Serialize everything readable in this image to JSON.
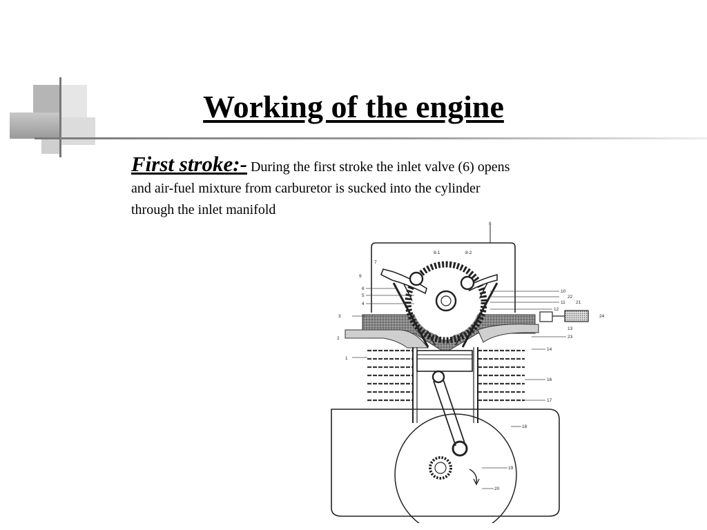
{
  "slide": {
    "title": "Working of the engine",
    "heading": "First stroke:-",
    "body_line1": "During the first stroke the inlet valve (6) opens",
    "body_line2": "and  air-fuel  mixture from carburetor is sucked  into the cylinder",
    "body_line3": "through the inlet manifold"
  },
  "diagram": {
    "part_labels": [
      "8",
      "8-1",
      "8-2",
      "7",
      "9",
      "6",
      "5",
      "4",
      "3",
      "2",
      "1",
      "10",
      "22",
      "11",
      "21",
      "12",
      "24",
      "13",
      "23",
      "14",
      "16",
      "17",
      "18",
      "19",
      "20"
    ]
  },
  "colors": {
    "title_rule": "#8c8c8c",
    "accent_square": "#a6a6a6"
  }
}
